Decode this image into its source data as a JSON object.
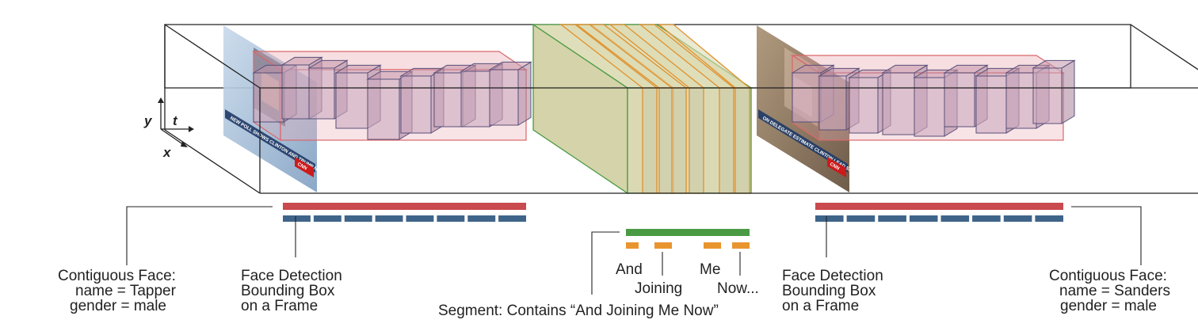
{
  "axes": {
    "y": "y",
    "t": "t",
    "x": "x"
  },
  "left_face": {
    "title": "Contiguous Face:",
    "name_line": "name = Tapper",
    "gender_line": "gender = male",
    "ticker": "NEW POLL SHOWS CLINTON AND TRUMP NECK AND NECK",
    "logo": "CNN",
    "bar_segments": 8
  },
  "left_detection": {
    "line1": "Face Detection",
    "line2": "Bounding Box",
    "line3": "on a Frame"
  },
  "segment": {
    "words": [
      "And",
      "Joining",
      "Me",
      "Now..."
    ],
    "caption": "Segment: Contains “And Joining Me Now”"
  },
  "right_detection": {
    "line1": "Face Detection",
    "line2": "Bounding Box",
    "line3": "on a Frame"
  },
  "right_face": {
    "title": "Contiguous Face:",
    "name_line": "name = Sanders",
    "gender_line": "gender = male",
    "ticker": "ON DELEGATE ESTIMATE CLINTON LEAD SANDERS",
    "logo": "CNN",
    "bar_segments": 8
  },
  "colors": {
    "face_track": "#c94a4f",
    "detection": "#3f6489",
    "segment": "#4a9a44",
    "word": "#e8952f",
    "box_fill": "rgba(200,130,155,0.32)",
    "segment_fill": "#dad9b3"
  }
}
